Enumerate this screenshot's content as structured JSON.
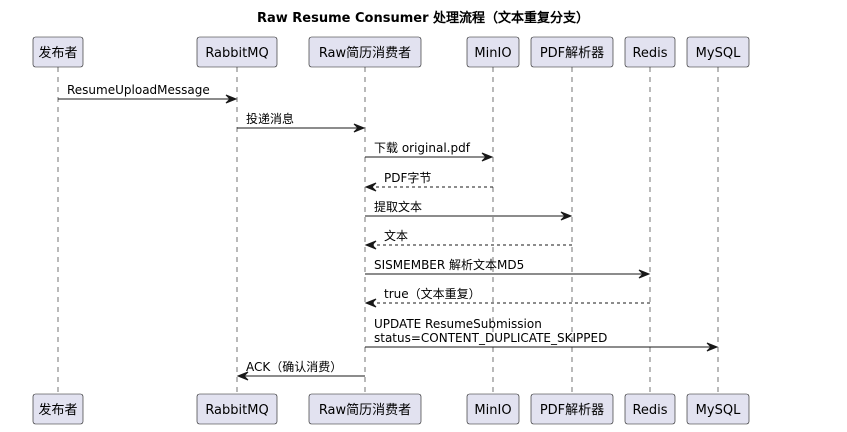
{
  "diagram": {
    "title": "Raw Resume Consumer 处理流程（文本重复分支）",
    "participants": [
      {
        "id": "publisher",
        "name": "发布者"
      },
      {
        "id": "rabbitmq",
        "name": "RabbitMQ"
      },
      {
        "id": "consumer",
        "name": "Raw简历消费者"
      },
      {
        "id": "minio",
        "name": "MinIO"
      },
      {
        "id": "pdfparser",
        "name": "PDF解析器"
      },
      {
        "id": "redis",
        "name": "Redis"
      },
      {
        "id": "mysql",
        "name": "MySQL"
      }
    ],
    "messages": [
      {
        "from": "publisher",
        "to": "rabbitmq",
        "lines": [
          "ResumeUploadMessage"
        ],
        "style": "solid"
      },
      {
        "from": "rabbitmq",
        "to": "consumer",
        "lines": [
          "投递消息"
        ],
        "style": "solid"
      },
      {
        "from": "consumer",
        "to": "minio",
        "lines": [
          "下载 original.pdf"
        ],
        "style": "solid"
      },
      {
        "from": "minio",
        "to": "consumer",
        "lines": [
          "PDF字节"
        ],
        "style": "dashed"
      },
      {
        "from": "consumer",
        "to": "pdfparser",
        "lines": [
          "提取文本"
        ],
        "style": "solid"
      },
      {
        "from": "pdfparser",
        "to": "consumer",
        "lines": [
          "文本"
        ],
        "style": "dashed"
      },
      {
        "from": "consumer",
        "to": "redis",
        "lines": [
          "SISMEMBER 解析文本MD5"
        ],
        "style": "solid"
      },
      {
        "from": "redis",
        "to": "consumer",
        "lines": [
          "true（文本重复）"
        ],
        "style": "dashed"
      },
      {
        "from": "consumer",
        "to": "mysql",
        "lines": [
          "UPDATE ResumeSubmission",
          "status=CONTENT_DUPLICATE_SKIPPED"
        ],
        "style": "solid"
      },
      {
        "from": "consumer",
        "to": "rabbitmq",
        "lines": [
          "ACK（确认消费）"
        ],
        "style": "solid"
      }
    ]
  }
}
